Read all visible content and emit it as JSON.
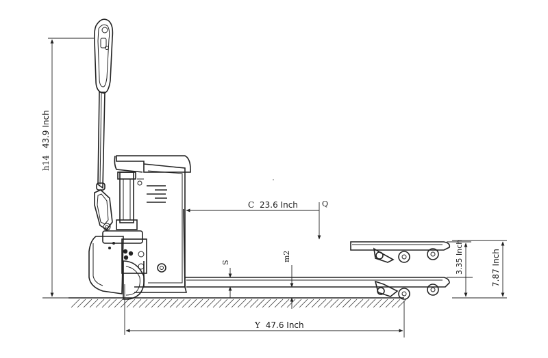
{
  "diagram": {
    "labels": {
      "overall_height_symbol": "h14",
      "overall_height_value": "43.9 Inch",
      "c_symbol": "C",
      "c_value": "23.6 Inch",
      "q_symbol": "Q",
      "s_symbol": "S",
      "m2_symbol": "m2",
      "y_symbol": "Y",
      "y_value": "47.6 Inch",
      "raised_fork_value": "3.35 Inch",
      "total_lift_value": "7.87 Inch"
    }
  }
}
